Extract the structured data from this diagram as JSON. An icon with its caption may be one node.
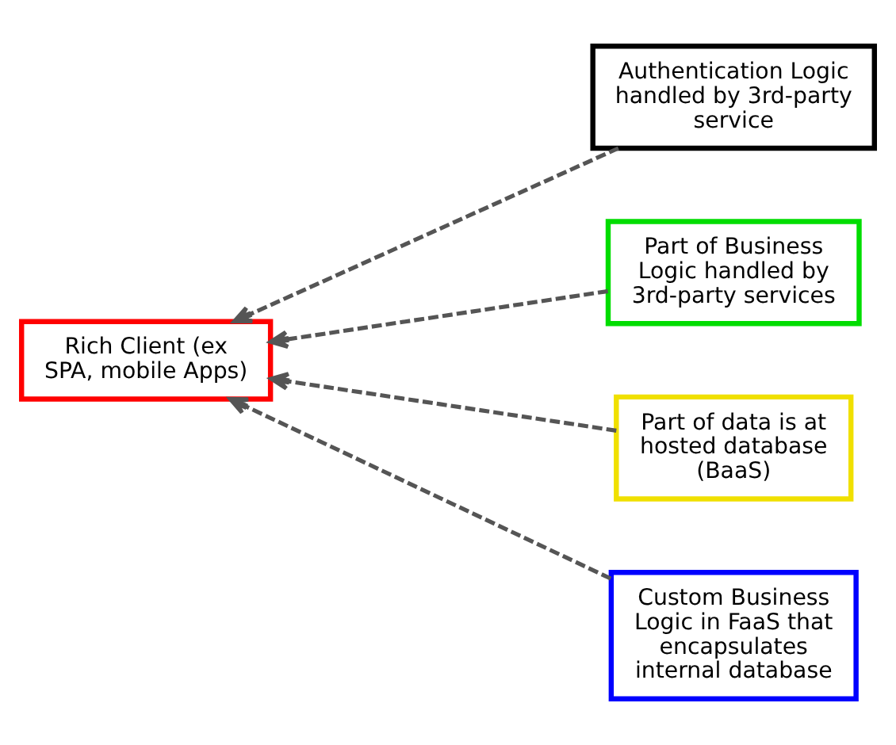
{
  "diagram": {
    "nodes": [
      {
        "text": [
          "Rich Client (ex SPA, mobile Apps)"
        ]
      },
      {
        "text": [
          "Authentication Logic handled by 3rd-party service"
        ]
      },
      {
        "text": [
          "Part of Business Logic handled by 3rd-party services"
        ]
      },
      {
        "text": [
          "Part of data is at hosted database (BaaS)"
        ]
      },
      {
        "text": [
          "Custom Business Logic in FaaS that encapsulates internal database"
        ]
      }
    ],
    "edges": [
      {
        "from": 1,
        "to": 0,
        "arrow": "to",
        "style": "dashed"
      },
      {
        "from": 2,
        "to": 0,
        "arrow": "to",
        "style": "dashed"
      },
      {
        "from": 3,
        "to": 0,
        "arrow": "to",
        "style": "dashed"
      },
      {
        "from": 4,
        "to": 0,
        "arrow": "to",
        "style": "dashed"
      }
    ]
  }
}
